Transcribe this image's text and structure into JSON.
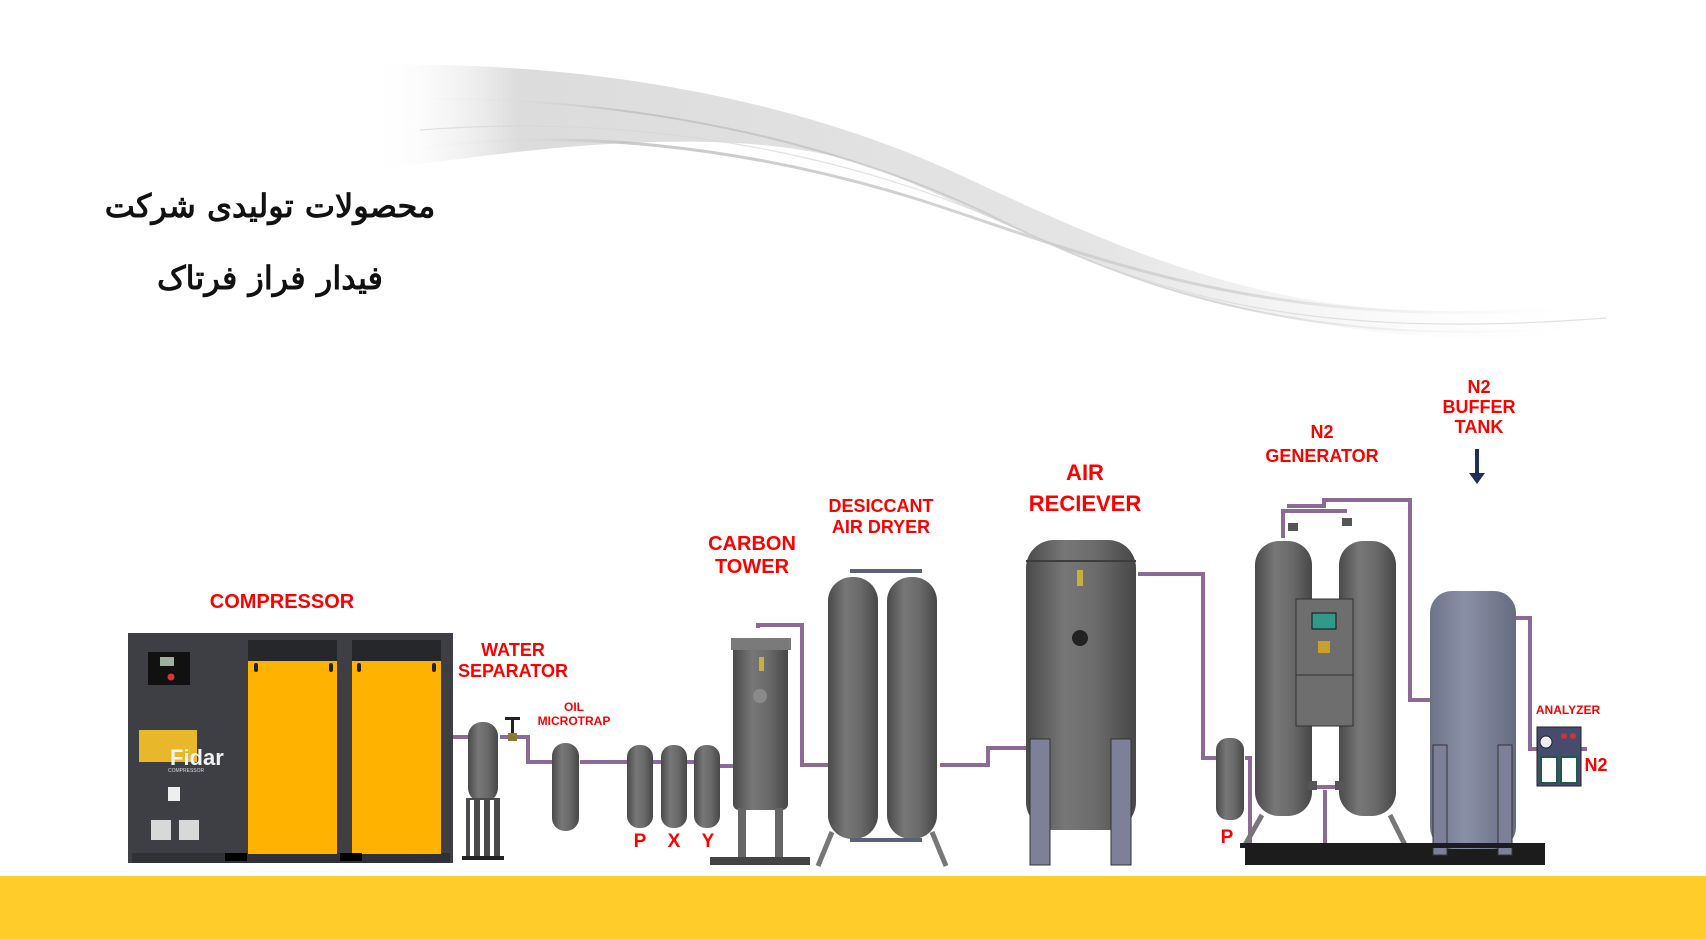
{
  "slide": {
    "title_lines": [
      "محصولات تولیدی شرکت",
      "فیدار فراز فرتاک"
    ],
    "colors": {
      "label_red": "#ff0000",
      "footer_yellow": "#ffcc29",
      "tank_gray": "#6b6b6b",
      "pipe_purple": "#8c6a96",
      "compressor_dark": "#3d3f44",
      "compressor_yellow": "#ffb300",
      "arrow_navy": "#1f2f5c"
    }
  },
  "diagram": {
    "stages": [
      {
        "id": "compressor",
        "label": "COMPRESSOR",
        "brand": "Fidar",
        "brand_sub": "COMPRESSOR"
      },
      {
        "id": "water-separator",
        "label_lines": [
          "WATER",
          "SEPARATOR"
        ]
      },
      {
        "id": "oil-microtrap",
        "label_lines": [
          "OIL",
          "MICROTRAP"
        ]
      },
      {
        "id": "filters",
        "filter_letters": [
          "P",
          "X",
          "Y"
        ]
      },
      {
        "id": "carbon-tower",
        "label_lines": [
          "CARBON",
          "TOWER"
        ]
      },
      {
        "id": "desiccant-air-dryer",
        "label_lines": [
          "DESICCANT",
          "AIR DRYER"
        ]
      },
      {
        "id": "air-receiver",
        "label_lines": [
          "AIR",
          "RECIEVER"
        ]
      },
      {
        "id": "p-filter",
        "filter_letter": "P"
      },
      {
        "id": "n2-generator",
        "label_lines": [
          "N2",
          "GENERATOR"
        ]
      },
      {
        "id": "n2-buffer-tank",
        "label_lines": [
          "N2",
          "BUFFER",
          "TANK"
        ]
      },
      {
        "id": "analyzer",
        "label": "ANALYZER",
        "outlet_label": "N2"
      }
    ]
  }
}
